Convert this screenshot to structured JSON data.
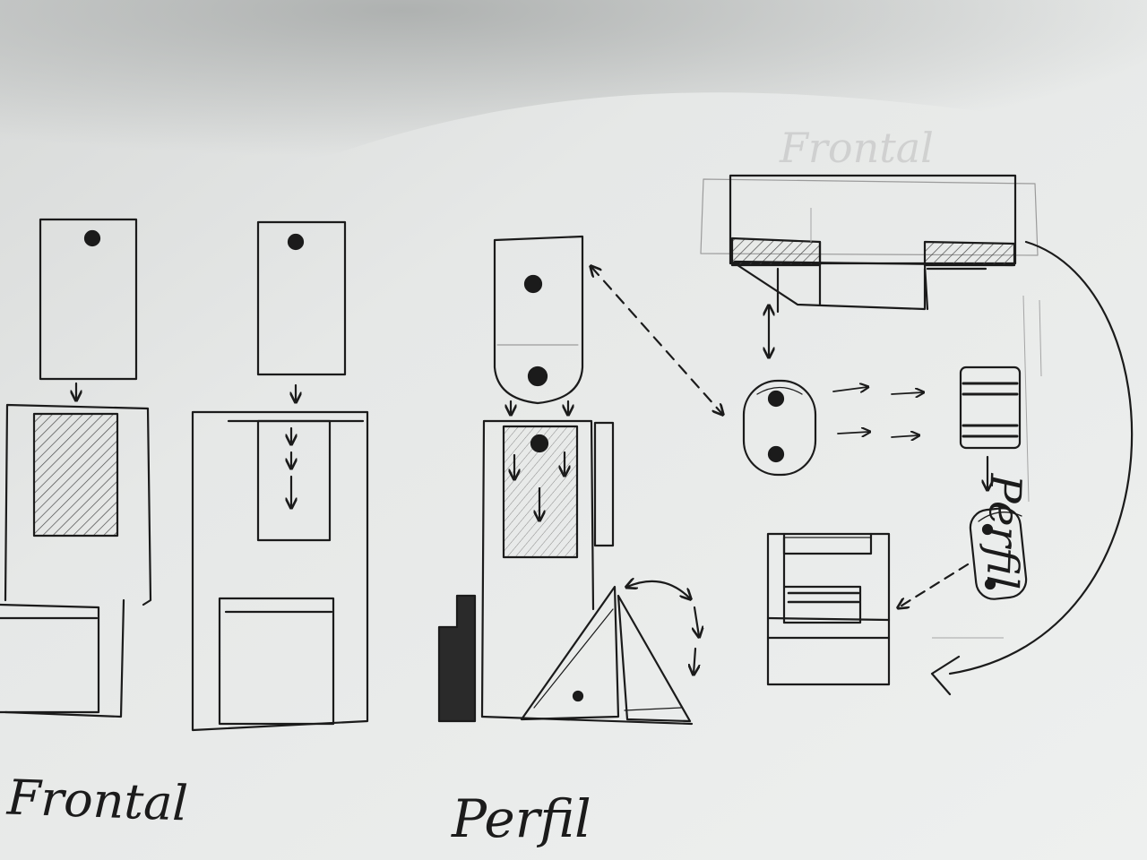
{
  "labels": {
    "frontal": "Frontal",
    "perfil_bottom": "Perfil",
    "perfil_side": "Perfil",
    "frontal_faint": "Frontal"
  },
  "colors": {
    "paper": "#e9ebea",
    "shadow": "#b3b6b5",
    "ink": "#1b1b1b",
    "graphite": "#4a4a4a"
  }
}
